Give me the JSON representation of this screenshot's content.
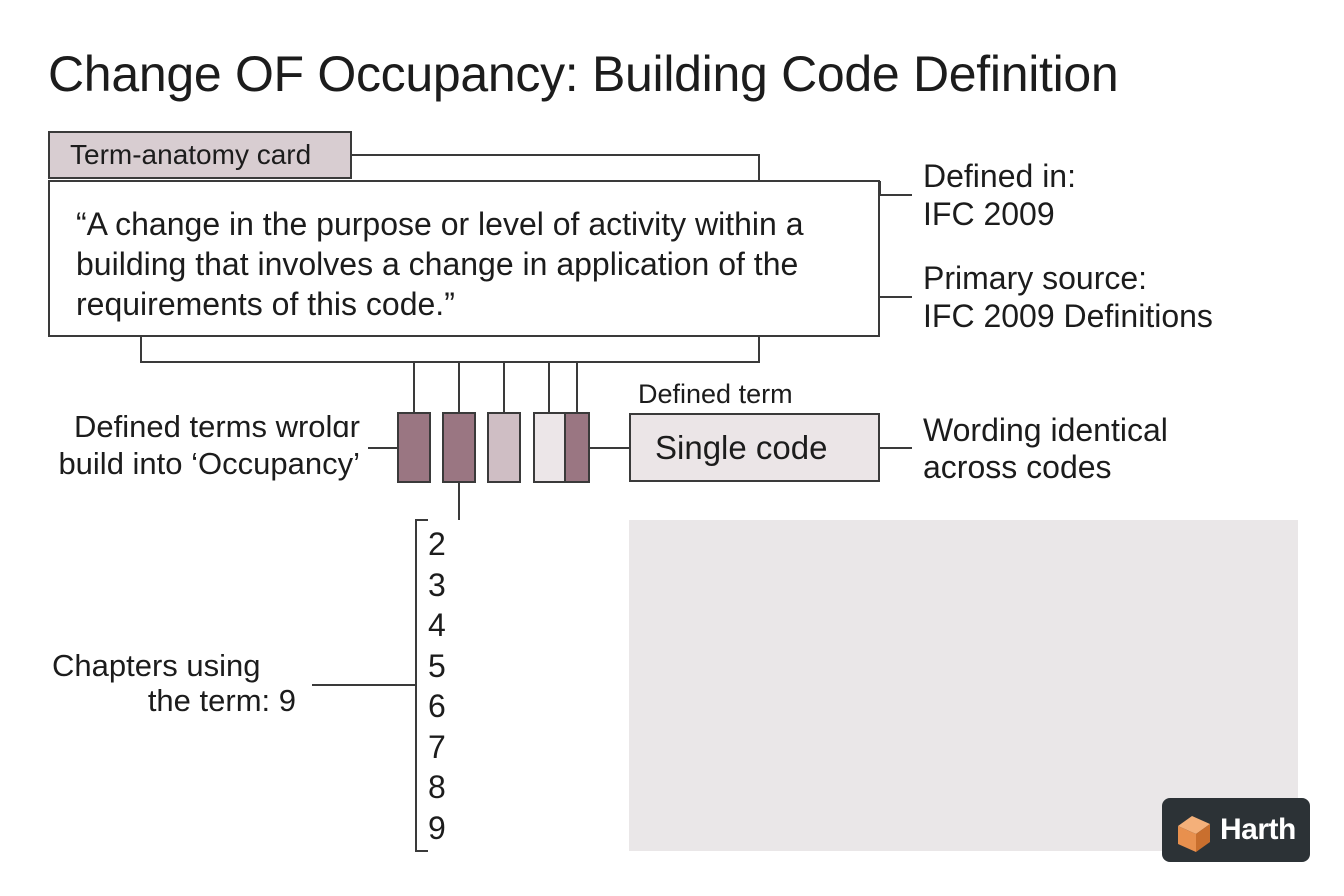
{
  "title": "Change OF Occupancy: Building Code Definition",
  "card": {
    "tab_label": "Term-anatomy card",
    "definition": "“A change in the purpose or level of activity within a building that involves a change in application of the requirements of this code.”"
  },
  "right_annotations": {
    "defined_in_label": "Defined in:",
    "defined_in_value": "IFC 2009",
    "primary_source_label": "Primary source:",
    "primary_source_value": "IFC 2009 Definitions"
  },
  "term_blocks": {
    "left_label_line1": "Defined terms wrolɑr",
    "left_label_line2": "build into ‘Occupancy’",
    "defined_term_label": "Defined term",
    "single_code_label": "Single code",
    "wording_line1": "Wording identical",
    "wording_line2": "across codes",
    "colors": [
      "#9a7682",
      "#9a7682",
      "#cfbec4",
      "#ece6e8",
      "#9a7682"
    ]
  },
  "chapters": {
    "label_line1": "Chapters using",
    "label_line2": "the term: 9",
    "list": [
      "2",
      "3",
      "4",
      "5",
      "6",
      "7",
      "8",
      "9"
    ]
  },
  "logo": {
    "text": "Harth",
    "colors": {
      "light": "#f4b07a",
      "mid": "#e8904e",
      "dark": "#c96f2e"
    }
  }
}
